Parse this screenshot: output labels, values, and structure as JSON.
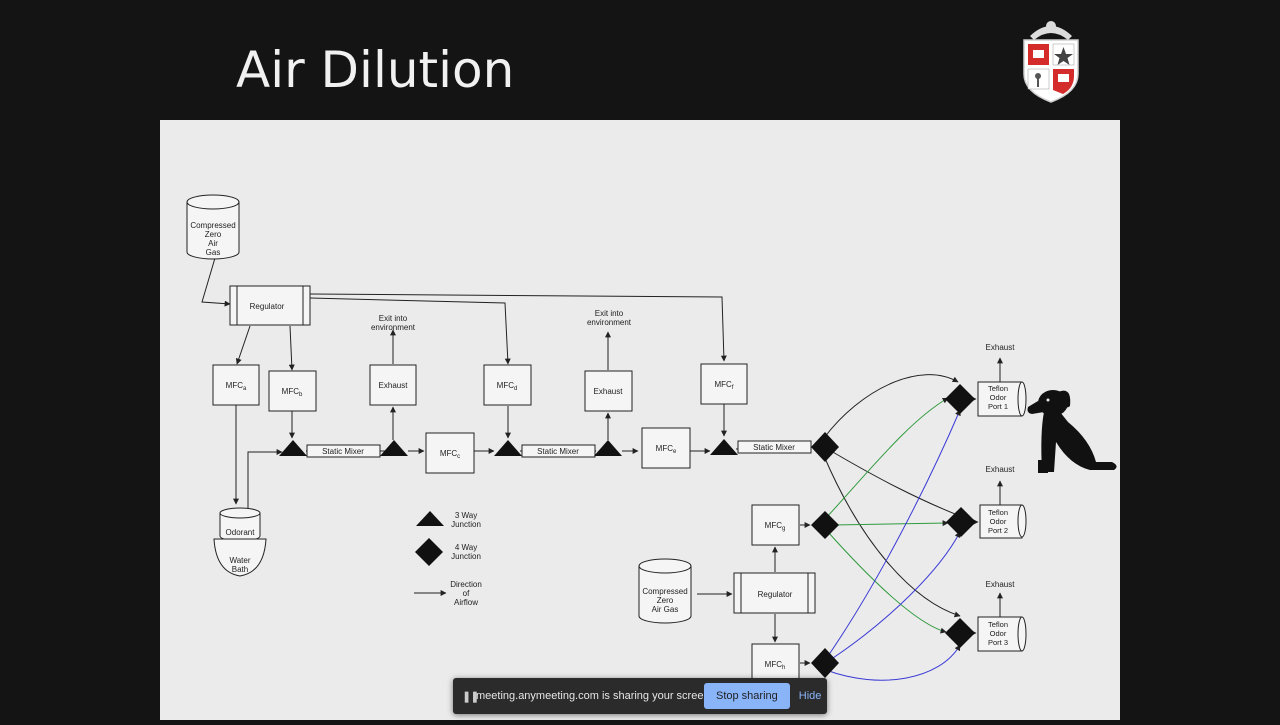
{
  "slide": {
    "title": "Air Dilution"
  },
  "diagram": {
    "tank1": [
      "Compressed",
      "Zero",
      "Air",
      "Gas"
    ],
    "tank2": [
      "Compressed",
      "Zero",
      "Air Gas"
    ],
    "regulator": "Regulator",
    "mfc": {
      "prefix": "MFC",
      "a": "a",
      "b": "b",
      "c": "c",
      "d": "d",
      "e": "e",
      "f": "f",
      "g": "g",
      "h": "h"
    },
    "exhaust": "Exhaust",
    "exit_line1": "Exit  into",
    "exit_line2": "environment",
    "static_mixer": "Static Mixer",
    "odorant": "Odorant",
    "water_bath": [
      "Water",
      "Bath"
    ],
    "legend": {
      "three_way": [
        "3 Way",
        "Junction"
      ],
      "four_way": [
        "4 Way",
        "Junction"
      ],
      "direction": [
        "Direction",
        "of",
        "Airflow"
      ]
    },
    "port1": [
      "Teflon",
      "Odor",
      "Port 1"
    ],
    "port2": [
      "Teflon",
      "Odor",
      "Port 2"
    ],
    "port3": [
      "Teflon",
      "Odor",
      "Port 3"
    ],
    "colors": {
      "green": "#2f9a3e",
      "blue": "#3b3bd6",
      "line": "#222222"
    }
  },
  "share_bar": {
    "message": "meeting.anymeeting.com is sharing your screen.",
    "stop_label": "Stop sharing",
    "hide_label": "Hide"
  },
  "icons": {
    "logo": "university-shield-icon",
    "dog": "dog-silhouette-icon",
    "pause": "pause-icon"
  }
}
